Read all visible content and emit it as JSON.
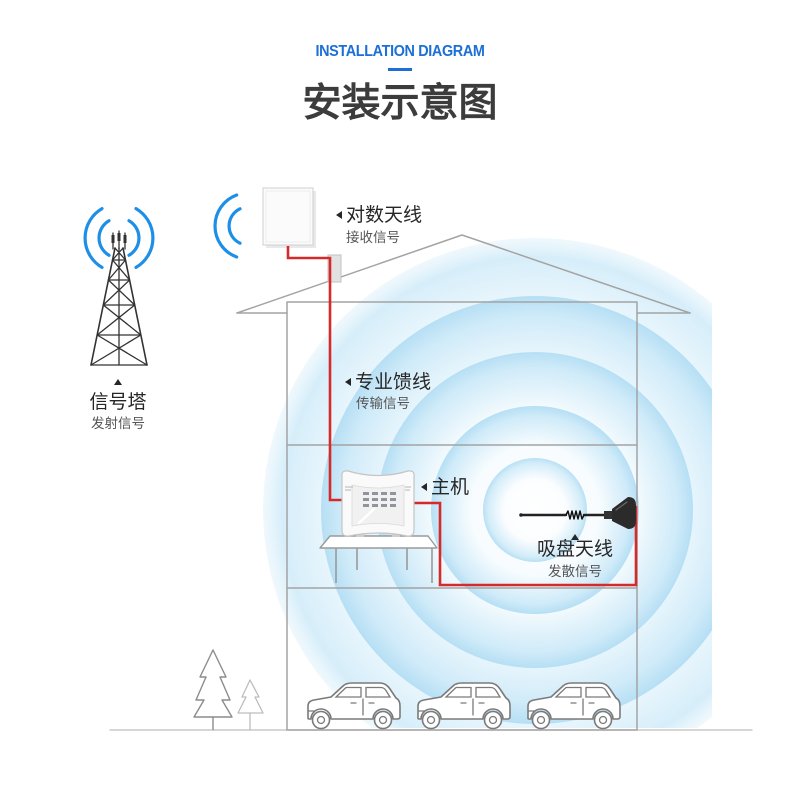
{
  "header": {
    "title_en": "INSTALLATION DIAGRAM",
    "title_cn": "安装示意图"
  },
  "components": {
    "tower": {
      "name": "信号塔",
      "function": "发射信号"
    },
    "log_periodic_antenna": {
      "name": "对数天线",
      "function": "接收信号"
    },
    "feeder_cable": {
      "name": "专业馈线",
      "function": "传输信号"
    },
    "booster_host": {
      "name": "主机"
    },
    "suction_antenna": {
      "name": "吸盘天线",
      "function": "发散信号"
    }
  },
  "colors": {
    "accent": "#1b6fd6",
    "signal_arc": "#1e8fe6",
    "cable": "#d52a2a",
    "outline": "#a3a3a3",
    "text": "#262626",
    "subtext": "#555555",
    "title": "#3c3c3c",
    "tower": "#333333",
    "coverage_glow": "#b6dff4"
  },
  "icons": {
    "tower": "cell-tower-icon",
    "log_periodic_antenna": "panel-antenna-icon",
    "booster_host": "signal-booster-icon",
    "suction_antenna": "whip-antenna-icon",
    "pointer_left": "pointer-left-icon",
    "pointer_up": "pointer-up-icon",
    "signal_waves": "signal-wave-icon",
    "car": "car-icon",
    "tree": "tree-icon"
  }
}
